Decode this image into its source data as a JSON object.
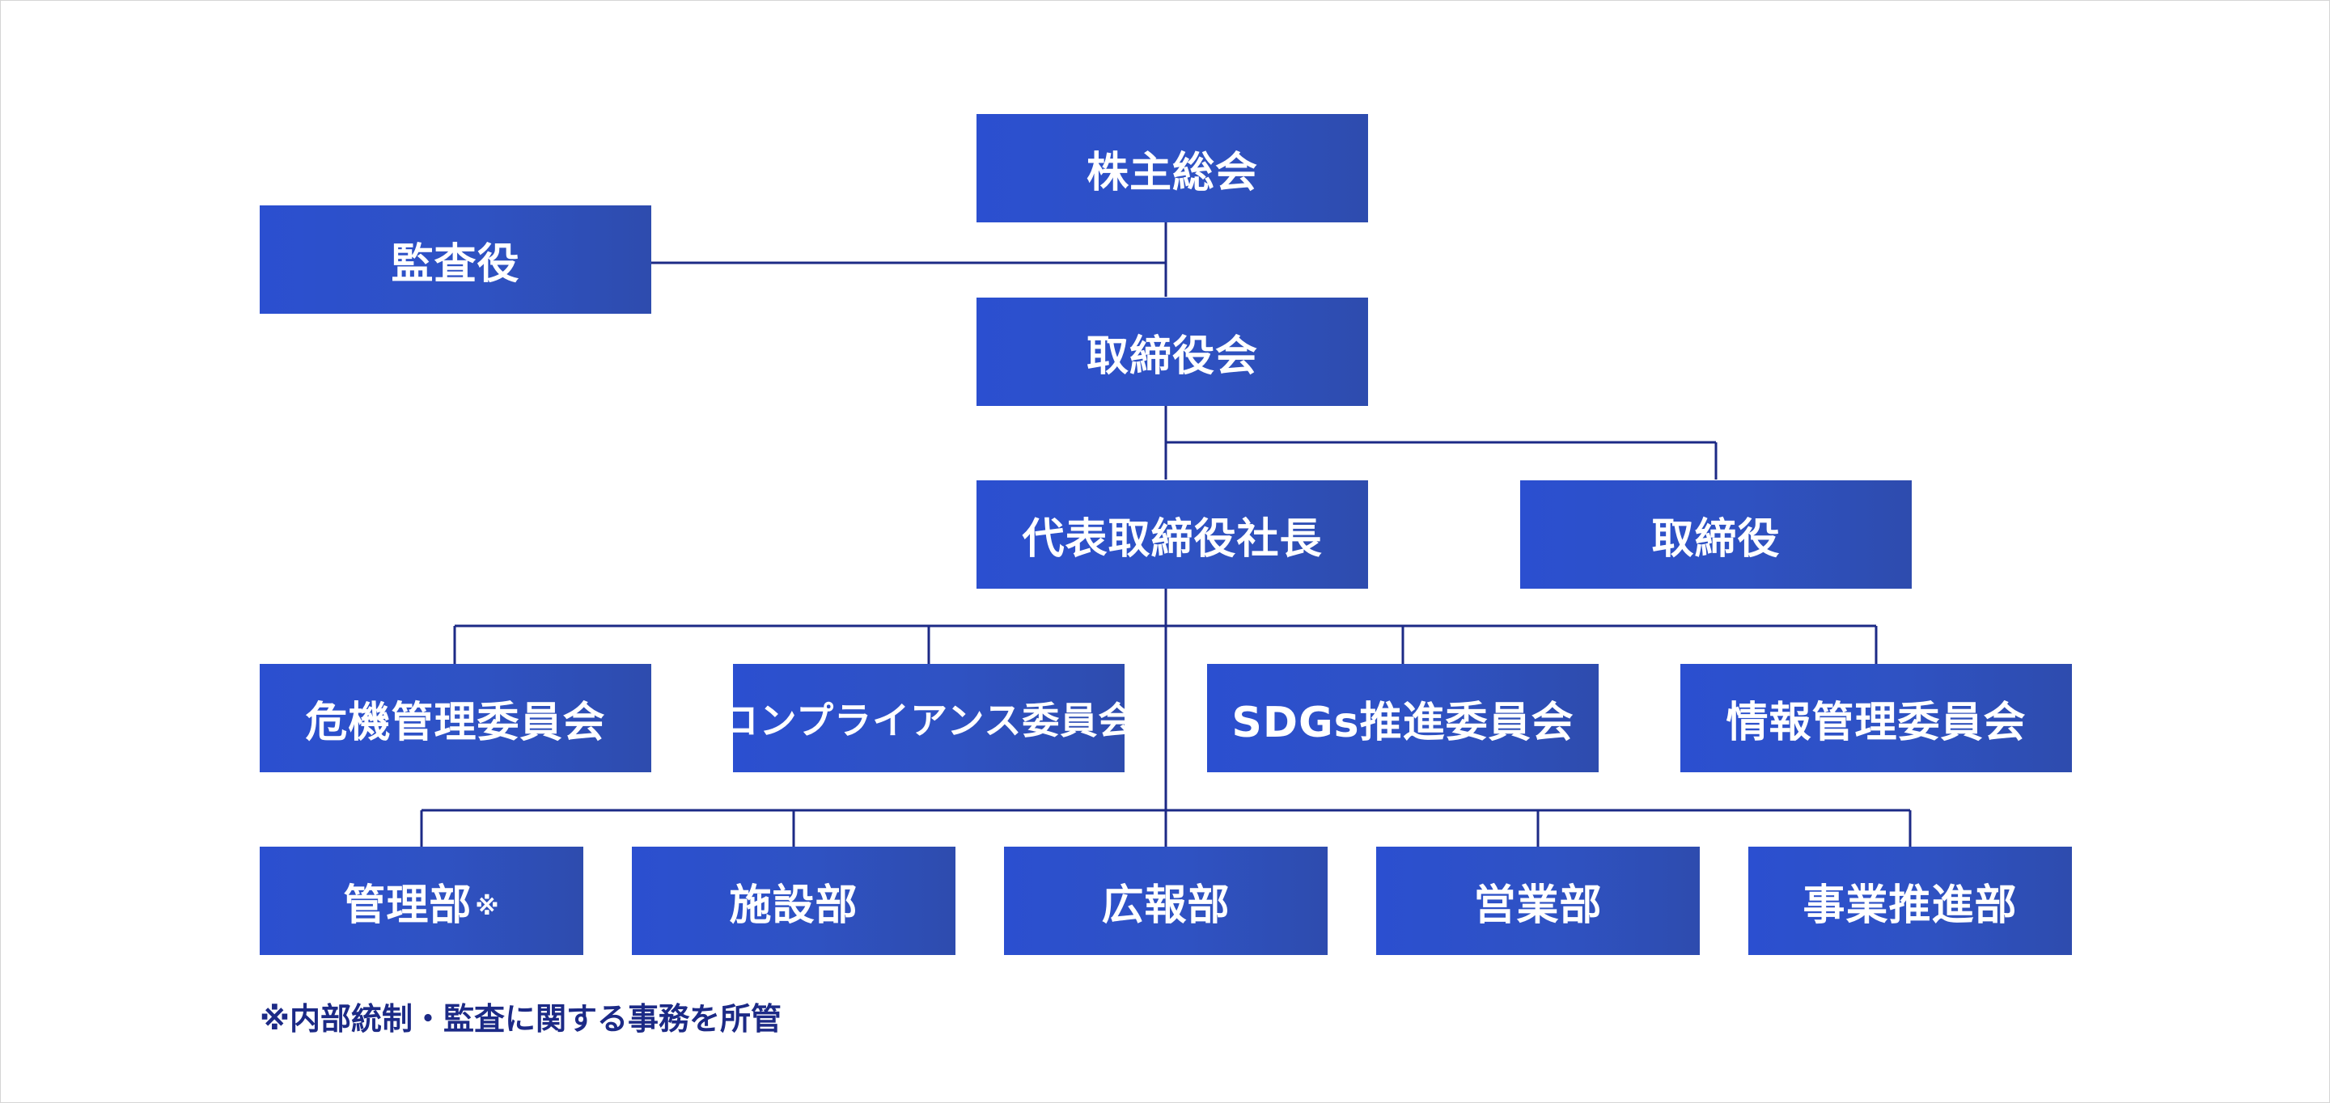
{
  "nodes": {
    "shareholders": "株主総会",
    "auditor": "監査役",
    "board": "取締役会",
    "president": "代表取締役社長",
    "director": "取締役",
    "risk_committee": "危機管理委員会",
    "compliance_committee": "コンプライアンス委員会",
    "sdgs_committee": "SDGs推進委員会",
    "info_committee": "情報管理委員会",
    "admin_dept": "管理部",
    "admin_dept_mark": "※",
    "facility_dept": "施設部",
    "pr_dept": "広報部",
    "sales_dept": "営業部",
    "business_dept": "事業推進部"
  },
  "footnote": "※内部統制・監査に関する事務を所管",
  "colors": {
    "box": "#2c4fc8",
    "line": "#1c2a86",
    "footnote": "#1c2a86"
  }
}
